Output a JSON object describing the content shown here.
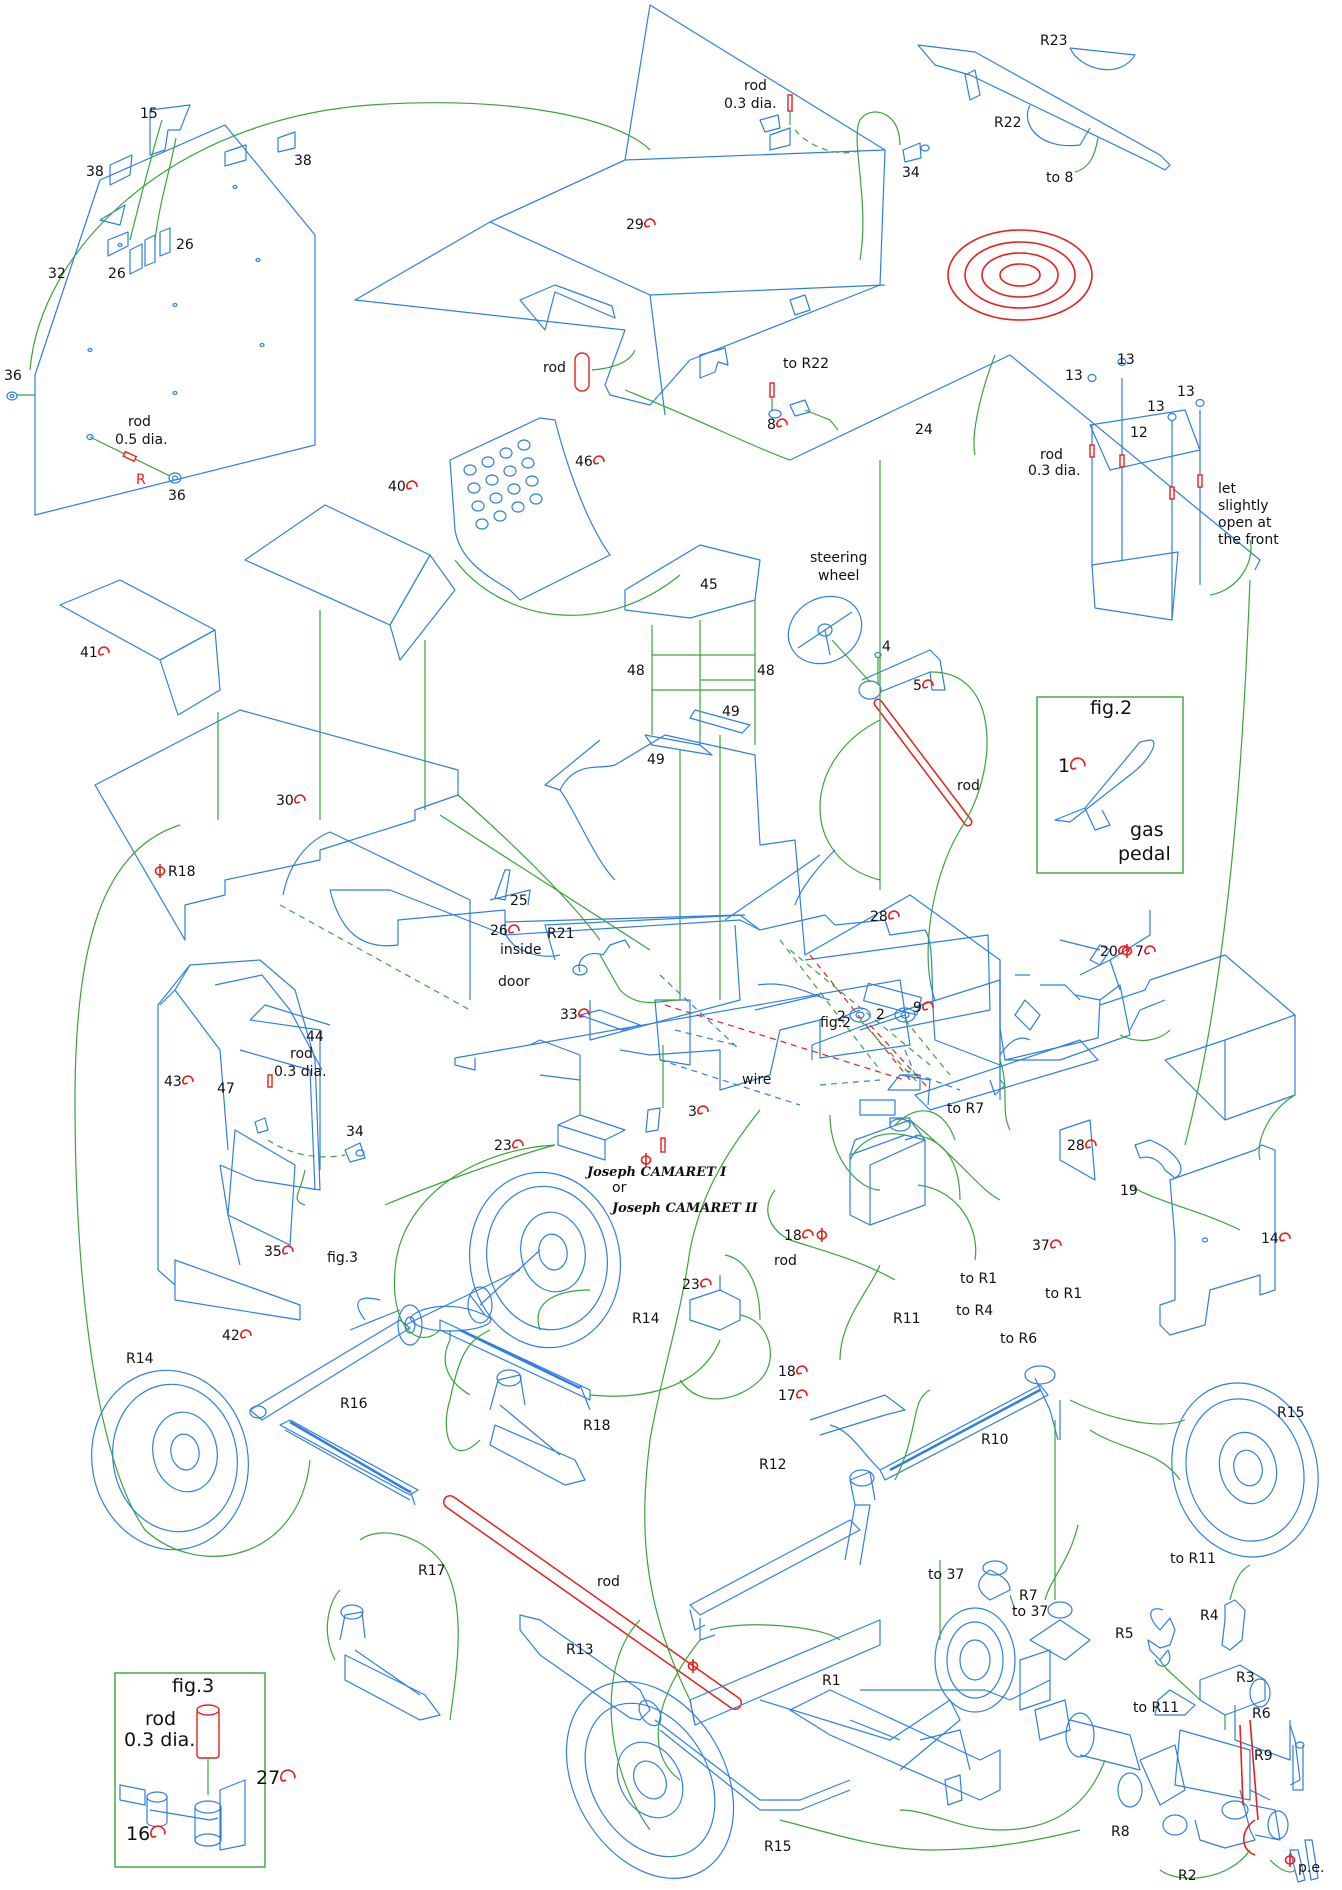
{
  "colors": {
    "part_line": "#2f7fe0",
    "connector_line": "#3aa43a",
    "highlight": "#e8201b",
    "text": "#111111"
  },
  "icons": {
    "fold_mark": "curl-arrow-icon",
    "score_mark": "phi-cut-icon"
  },
  "labels": [
    {
      "text": "15",
      "kind": "plain"
    },
    {
      "text": "38",
      "kind": "plain"
    },
    {
      "text": "38",
      "kind": "plain"
    },
    {
      "text": "26",
      "kind": "plain"
    },
    {
      "text": "26",
      "kind": "plain"
    },
    {
      "text": "32",
      "kind": "plain"
    },
    {
      "text": "36",
      "kind": "plain"
    },
    {
      "text": "36",
      "kind": "plain"
    },
    {
      "text": "rod",
      "kind": "plain"
    },
    {
      "text": "0.5 dia.",
      "kind": "plain"
    },
    {
      "text": "R",
      "kind": "red"
    },
    {
      "text": "rod",
      "kind": "plain"
    },
    {
      "text": "0.3 dia.",
      "kind": "plain"
    },
    {
      "text": "34",
      "kind": "plain"
    },
    {
      "text": "29",
      "kind": "fold"
    },
    {
      "text": "rod",
      "kind": "plain"
    },
    {
      "text": "to R22",
      "kind": "plain"
    },
    {
      "text": "8",
      "kind": "fold"
    },
    {
      "text": "R23",
      "kind": "plain"
    },
    {
      "text": "R22",
      "kind": "plain"
    },
    {
      "text": "to 8",
      "kind": "plain"
    },
    {
      "text": "24",
      "kind": "plain"
    },
    {
      "text": "13",
      "kind": "plain"
    },
    {
      "text": "13",
      "kind": "plain"
    },
    {
      "text": "13",
      "kind": "plain"
    },
    {
      "text": "13",
      "kind": "plain"
    },
    {
      "text": "12",
      "kind": "plain"
    },
    {
      "text": "rod",
      "kind": "plain"
    },
    {
      "text": "0.3 dia.",
      "kind": "plain"
    },
    {
      "text": "let",
      "kind": "plain"
    },
    {
      "text": "slightly",
      "kind": "plain"
    },
    {
      "text": "open at",
      "kind": "plain"
    },
    {
      "text": "the front",
      "kind": "plain"
    },
    {
      "text": "46",
      "kind": "fold"
    },
    {
      "text": "40",
      "kind": "fold"
    },
    {
      "text": "45",
      "kind": "plain"
    },
    {
      "text": "48",
      "kind": "plain"
    },
    {
      "text": "48",
      "kind": "plain"
    },
    {
      "text": "49",
      "kind": "plain"
    },
    {
      "text": "49",
      "kind": "plain"
    },
    {
      "text": "41",
      "kind": "fold"
    },
    {
      "text": "30",
      "kind": "fold"
    },
    {
      "text": "R18",
      "kind": "cut"
    },
    {
      "text": "steering",
      "kind": "plain"
    },
    {
      "text": "wheel",
      "kind": "plain"
    },
    {
      "text": "4",
      "kind": "plain"
    },
    {
      "text": "5",
      "kind": "fold"
    },
    {
      "text": "rod",
      "kind": "plain"
    },
    {
      "text": "28",
      "kind": "fold"
    },
    {
      "text": "fig.2",
      "kind": "big"
    },
    {
      "text": "1",
      "kind": "fold_big"
    },
    {
      "text": "gas",
      "kind": "big"
    },
    {
      "text": "pedal",
      "kind": "big"
    },
    {
      "text": "20",
      "kind": "fold_trail"
    },
    {
      "text": "7",
      "kind": "cut_fold"
    },
    {
      "text": "25",
      "kind": "plain"
    },
    {
      "text": "26",
      "kind": "fold"
    },
    {
      "text": "inside",
      "kind": "plain"
    },
    {
      "text": "door",
      "kind": "plain"
    },
    {
      "text": "R21",
      "kind": "plain"
    },
    {
      "text": "33",
      "kind": "fold"
    },
    {
      "text": "2",
      "kind": "plain"
    },
    {
      "text": "2",
      "kind": "plain"
    },
    {
      "text": "9",
      "kind": "fold"
    },
    {
      "text": "fig.2",
      "kind": "plain"
    },
    {
      "text": "wire",
      "kind": "plain"
    },
    {
      "text": "3",
      "kind": "fold"
    },
    {
      "text": "to R7",
      "kind": "plain"
    },
    {
      "text": "28",
      "kind": "fold"
    },
    {
      "text": "19",
      "kind": "plain"
    },
    {
      "text": "44",
      "kind": "plain"
    },
    {
      "text": "43",
      "kind": "fold"
    },
    {
      "text": "47",
      "kind": "plain"
    },
    {
      "text": "rod",
      "kind": "plain"
    },
    {
      "text": "0.3 dia.",
      "kind": "plain"
    },
    {
      "text": "34",
      "kind": "plain"
    },
    {
      "text": "23",
      "kind": "fold"
    },
    {
      "text": "Joseph CAMARET I",
      "kind": "brand"
    },
    {
      "text": "or",
      "kind": "plain"
    },
    {
      "text": "Joseph CAMARET II",
      "kind": "brand"
    },
    {
      "text": "35",
      "kind": "fold"
    },
    {
      "text": "fig.3",
      "kind": "plain"
    },
    {
      "text": "42",
      "kind": "fold"
    },
    {
      "text": "18",
      "kind": "fold_cut"
    },
    {
      "text": "rod",
      "kind": "plain"
    },
    {
      "text": "37",
      "kind": "fold"
    },
    {
      "text": "to R1",
      "kind": "plain"
    },
    {
      "text": "to R1",
      "kind": "plain"
    },
    {
      "text": "14",
      "kind": "fold"
    },
    {
      "text": "23",
      "kind": "fold"
    },
    {
      "text": "R14",
      "kind": "plain"
    },
    {
      "text": "R11",
      "kind": "plain"
    },
    {
      "text": "to R4",
      "kind": "plain"
    },
    {
      "text": "to R6",
      "kind": "plain"
    },
    {
      "text": "R14",
      "kind": "plain"
    },
    {
      "text": "R16",
      "kind": "plain"
    },
    {
      "text": "R18",
      "kind": "plain"
    },
    {
      "text": "18",
      "kind": "fold"
    },
    {
      "text": "17",
      "kind": "fold"
    },
    {
      "text": "R10",
      "kind": "plain"
    },
    {
      "text": "R12",
      "kind": "plain"
    },
    {
      "text": "R15",
      "kind": "plain"
    },
    {
      "text": "R17",
      "kind": "plain"
    },
    {
      "text": "rod",
      "kind": "plain"
    },
    {
      "text": "to 37",
      "kind": "plain"
    },
    {
      "text": "R7",
      "kind": "plain"
    },
    {
      "text": "to 37",
      "kind": "plain"
    },
    {
      "text": "to R11",
      "kind": "plain"
    },
    {
      "text": "R4",
      "kind": "plain"
    },
    {
      "text": "R5",
      "kind": "plain"
    },
    {
      "text": "R3",
      "kind": "plain"
    },
    {
      "text": "to R11",
      "kind": "plain"
    },
    {
      "text": "R6",
      "kind": "plain"
    },
    {
      "text": "R13",
      "kind": "plain"
    },
    {
      "text": "R1",
      "kind": "plain"
    },
    {
      "text": "R9",
      "kind": "plain"
    },
    {
      "text": "R8",
      "kind": "plain"
    },
    {
      "text": "R2",
      "kind": "plain"
    },
    {
      "text": "p.e.",
      "kind": "plain"
    },
    {
      "text": "R15",
      "kind": "plain"
    },
    {
      "text": "fig.3",
      "kind": "big"
    },
    {
      "text": "rod",
      "kind": "big"
    },
    {
      "text": "0.3 dia.",
      "kind": "big"
    },
    {
      "text": "27",
      "kind": "fold_big"
    },
    {
      "text": "16",
      "kind": "fold_big"
    }
  ]
}
